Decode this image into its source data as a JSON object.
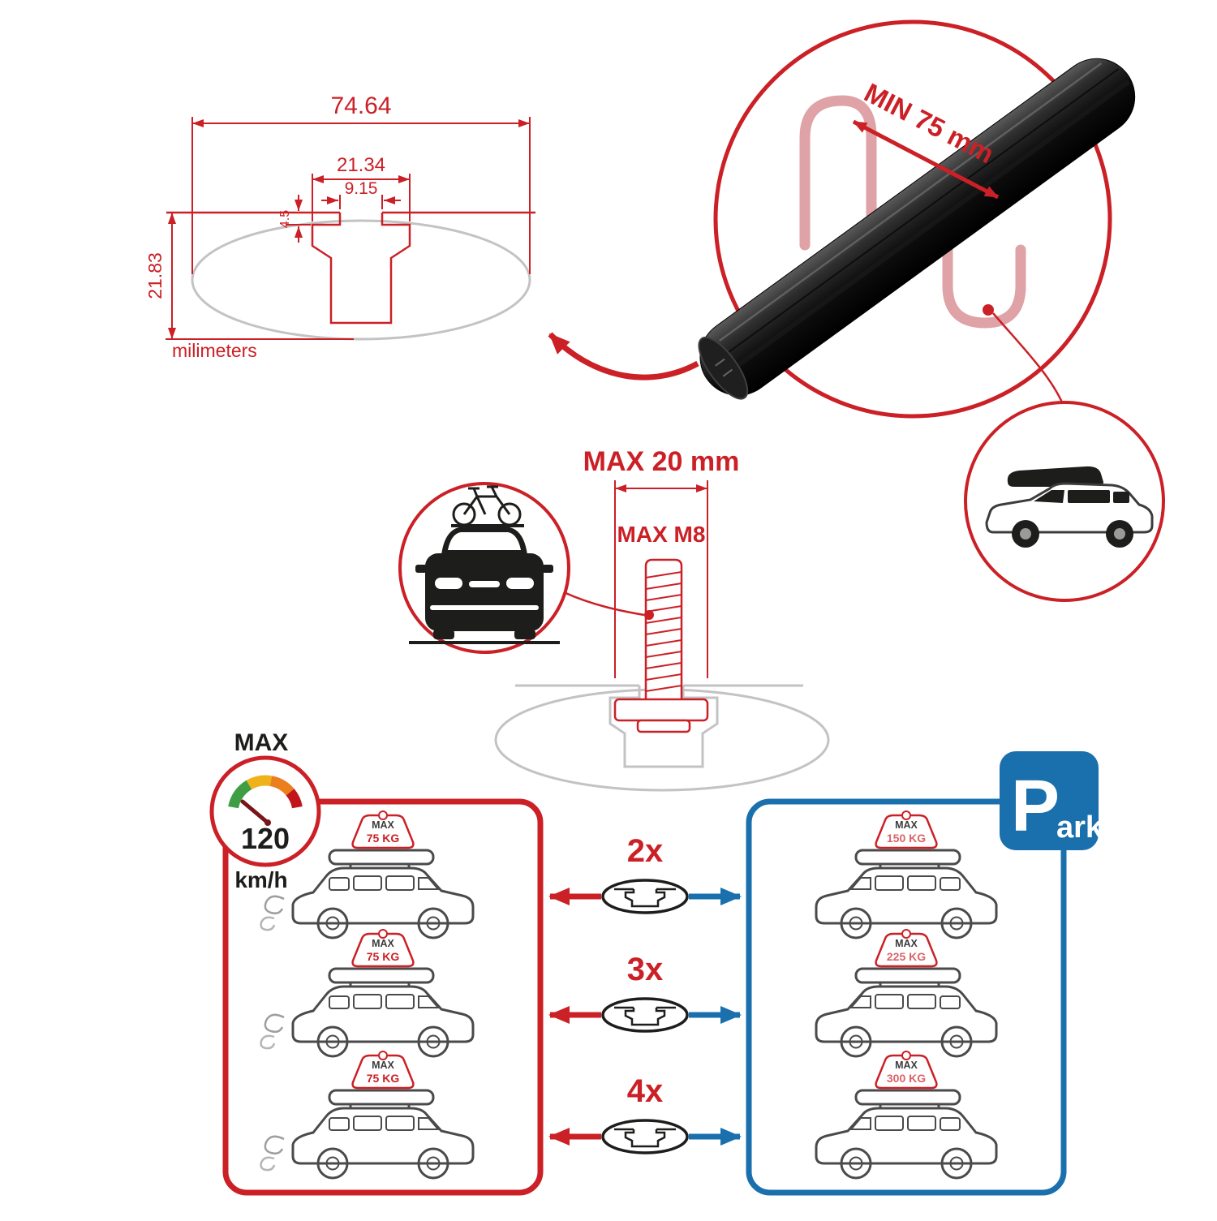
{
  "colors": {
    "accent_red": "#cb2026",
    "accent_blue": "#1a6fad",
    "clamp_pink": "#dfa2a6",
    "line_gray": "#c3c3c3",
    "ink": "#1d1d1b"
  },
  "dimension_diagram": {
    "outer_width": "74.64",
    "slot_outer_width": "21.34",
    "slot_opening_width": "9.15",
    "lip_depth": "4.5",
    "bar_height": "21.83",
    "unit_label": "milimeters"
  },
  "crossbar_render": {
    "min_span_label": "MIN 75 mm"
  },
  "bolt_diagram": {
    "max_length_label": "MAX 20 mm",
    "max_thread_label": "MAX M8"
  },
  "speed_limit": {
    "title": "MAX",
    "value": "120",
    "unit": "km/h"
  },
  "park_sign": {
    "initial": "P",
    "rest": "ark"
  },
  "driving_cars": [
    {
      "tag_label": "MAX",
      "tag_value": "75 KG"
    },
    {
      "tag_label": "MAX",
      "tag_value": "75 KG"
    },
    {
      "tag_label": "MAX",
      "tag_value": "75 KG"
    }
  ],
  "parked_cars": [
    {
      "tag_label": "MAX",
      "tag_value": "150 KG"
    },
    {
      "tag_label": "MAX",
      "tag_value": "225 KG"
    },
    {
      "tag_label": "MAX",
      "tag_value": "300 KG"
    }
  ],
  "bar_quantities": [
    {
      "label": "2x"
    },
    {
      "label": "3x"
    },
    {
      "label": "4x"
    }
  ]
}
